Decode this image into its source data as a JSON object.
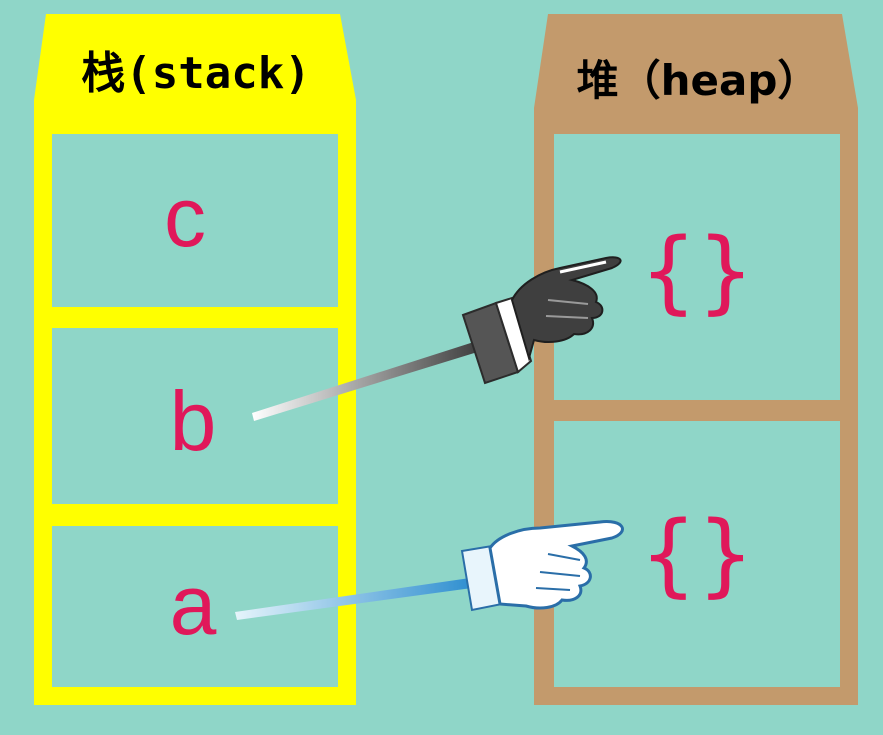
{
  "colors": {
    "background": "#8fd6c8",
    "stack_frame": "#ffff00",
    "heap_frame": "#c39a6c",
    "cell_text": "#e0185a",
    "title_text": "#000000",
    "hand_dark": "#3f3f3f",
    "hand_light": "#3e9bd6"
  },
  "stack": {
    "title": "栈(stack)",
    "cells": [
      "c",
      "b",
      "a"
    ]
  },
  "heap": {
    "title": "堆（heap）",
    "cells": [
      "{}",
      "{}"
    ]
  },
  "pointers": [
    {
      "from": "b",
      "to_heap_cell": 0,
      "icon": "pointing-hand-dark-icon"
    },
    {
      "from": "a",
      "to_heap_cell": 1,
      "icon": "pointing-hand-light-icon"
    }
  ]
}
